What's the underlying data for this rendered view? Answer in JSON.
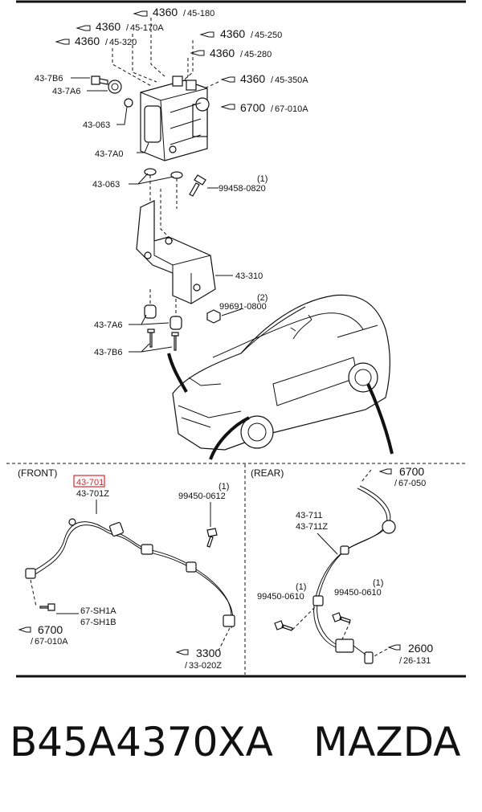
{
  "upper": {
    "ref_4360_a": {
      "code": "4360",
      "sub": "45-180"
    },
    "ref_4360_b": {
      "code": "4360",
      "sub": "45-170A"
    },
    "ref_4360_c": {
      "code": "4360",
      "sub": "45-320"
    },
    "ref_4360_d": {
      "code": "4360",
      "sub": "45-250"
    },
    "ref_4360_e": {
      "code": "4360",
      "sub": "45-280"
    },
    "ref_4360_f": {
      "code": "4360",
      "sub": "45-350A"
    },
    "ref_6700": {
      "code": "6700",
      "sub": "67-010A"
    },
    "parts": {
      "p_7b6_top": "43-7B6",
      "p_7a6_top": "43-7A6",
      "p_063_top": "43-063",
      "p_7a0": "43-7A0",
      "p_063_mid": "43-063",
      "p_bolt1_qty": "(1)",
      "p_bolt1": "99458-0820",
      "p_310": "43-310",
      "p_nut_qty": "(2)",
      "p_nut": "99691-0800",
      "p_7a6_bot": "43-7A6",
      "p_7b6_bot": "43-7B6"
    }
  },
  "front": {
    "title": "(FRONT)",
    "highlight_code": "43-701",
    "code_z": "43-701Z",
    "bolt_qty": "(1)",
    "bolt": "99450-0612",
    "sh1a": "67-SH1A",
    "sh1b": "67-SH1B",
    "ref_6700": {
      "code": "6700",
      "sub": "67-010A"
    },
    "ref_3300": {
      "code": "3300",
      "sub": "33-020Z"
    }
  },
  "rear": {
    "title": "(REAR)",
    "ref_6700": {
      "code": "6700",
      "sub": "67-050"
    },
    "code": "43-711",
    "code_z": "43-711Z",
    "bolt_l_qty": "(1)",
    "bolt_l": "99450-0610",
    "bolt_r_qty": "(1)",
    "bolt_r": "99450-0610",
    "ref_2600": {
      "code": "2600",
      "sub": "26-131"
    }
  },
  "caption": {
    "part_number": "B45A4370XA",
    "brand": "MAZDA"
  },
  "colors": {
    "highlight": "#e0242b",
    "line": "#111111"
  },
  "icons": {
    "ref_marker": "pointing-hand-icon"
  }
}
